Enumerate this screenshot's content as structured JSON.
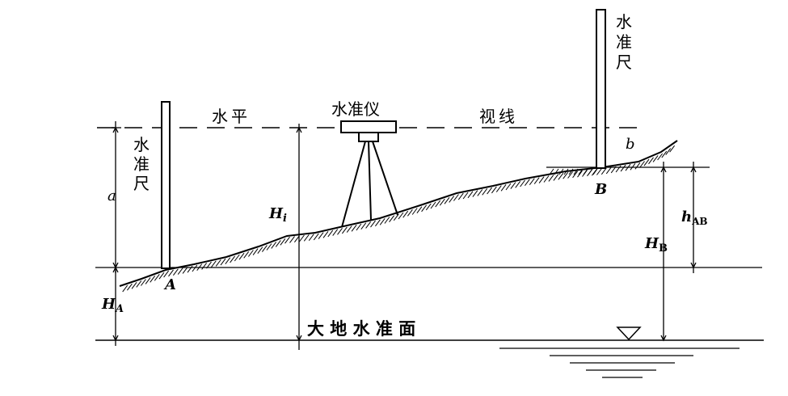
{
  "labels": {
    "staff_left": [
      "水",
      "准",
      "尺"
    ],
    "staff_right": [
      "水",
      "准",
      "尺"
    ],
    "sight_left": "水平",
    "instrument": "水准仪",
    "sight_right": "视线",
    "reading_a": "a",
    "reading_b": "b",
    "point_a": "A",
    "point_b": "B",
    "hi_main": "H",
    "hi_sub": "i",
    "ha_main": "H",
    "ha_sub": "A",
    "hb_main": "H",
    "hb_sub": "B",
    "hab_main": "h",
    "hab_sub": "AB",
    "datum": "大 地 水 准 面"
  },
  "colors": {
    "ink": "#000000",
    "paper": "#ffffff"
  }
}
